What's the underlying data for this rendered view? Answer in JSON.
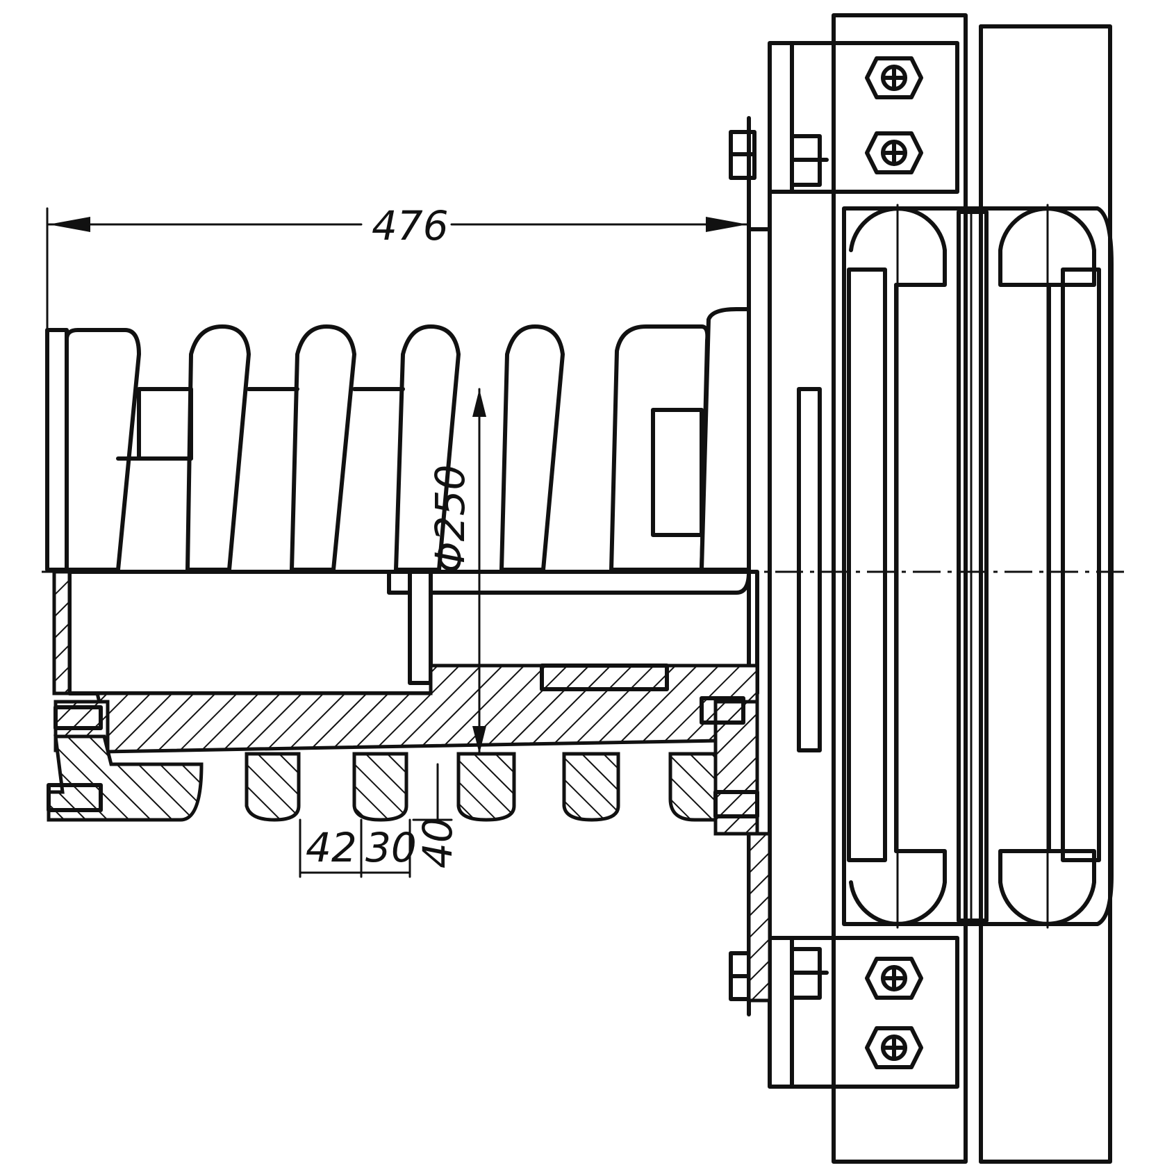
{
  "dimensions": {
    "overall_length": "476",
    "spring_diameter": "Φ250",
    "coil_pitch_a": "42",
    "coil_pitch_b": "30",
    "coil_section": "40"
  }
}
